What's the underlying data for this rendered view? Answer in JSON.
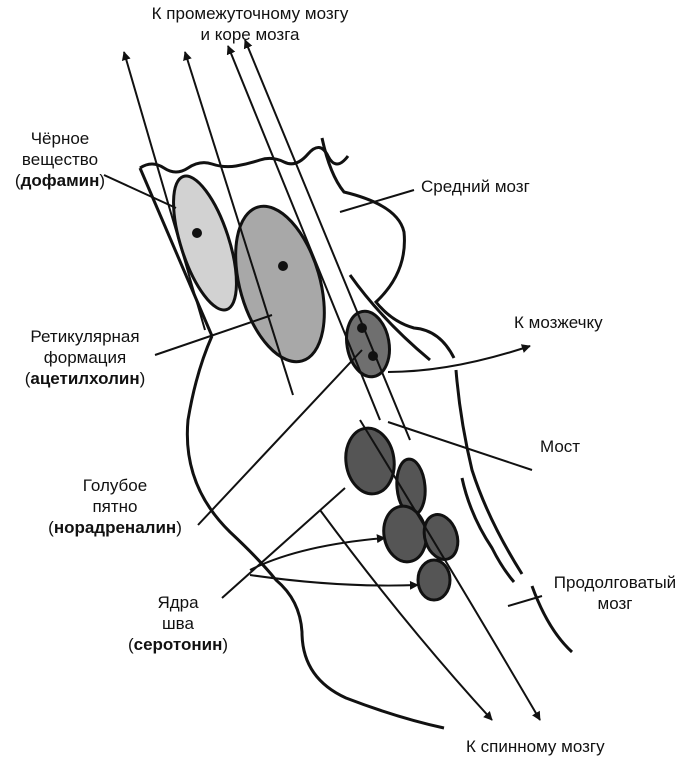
{
  "labels": {
    "top_line1": "К промежуточному мозгу",
    "top_line2": "и коре мозга",
    "substantia_nigra_line1": "Чёрное",
    "substantia_nigra_line2": "вещество",
    "substantia_nigra_nt": "дофамин",
    "midbrain": "Средний мозг",
    "cerebellum": "К мозжечку",
    "reticular_line1": "Ретикулярная",
    "reticular_line2": "формация",
    "reticular_nt": "ацетилхолин",
    "pons": "Мост",
    "locus_line1": "Голубое",
    "locus_line2": "пятно",
    "locus_nt": "норадреналин",
    "raphe_line1": "Ядра",
    "raphe_line2": "шва",
    "raphe_nt": "серотонин",
    "medulla_line1": "Продолговатый",
    "medulla_line2": "мозг",
    "spinal": "К спинному мозгу"
  },
  "paren_open": "(",
  "paren_close": ")",
  "colors": {
    "ink": "#111111",
    "light_fill": "#d2d2d2",
    "mid_fill": "#a8a8a8",
    "dark_fill": "#555555"
  }
}
